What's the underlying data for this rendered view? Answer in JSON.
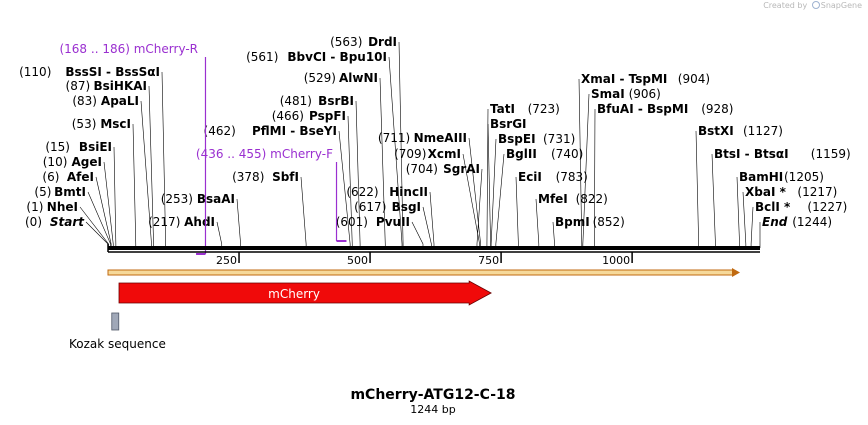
{
  "credit": {
    "created_by": "Created by",
    "brand": "SnapGene"
  },
  "map": {
    "title": "mCherry-ATG12-C-18",
    "subtitle": "1244 bp",
    "length": 1244,
    "ticks": [
      250,
      500,
      750,
      1000
    ]
  },
  "sites": [
    {
      "name": "Start",
      "pos": 0,
      "label": "(0)",
      "side": "L",
      "italic": true,
      "mark": ""
    },
    {
      "name": "NheI",
      "pos": 1,
      "label": "(1)",
      "side": "L"
    },
    {
      "name": "BmtI",
      "pos": 5,
      "label": "(5)",
      "side": "L"
    },
    {
      "name": "AfeI",
      "pos": 6,
      "label": "(6)",
      "side": "L"
    },
    {
      "name": "AgeI",
      "pos": 10,
      "label": "(10)",
      "side": "L"
    },
    {
      "name": "BsiEI",
      "pos": 15,
      "label": "(15)",
      "side": "L"
    },
    {
      "name": "MscI",
      "pos": 53,
      "label": "(53)",
      "side": "L"
    },
    {
      "name": "ApaLI",
      "pos": 83,
      "label": "(83)",
      "side": "L"
    },
    {
      "name": "BsiHKAI",
      "pos": 87,
      "label": "(87)",
      "side": "L"
    },
    {
      "name": "BssSI - BssSαI",
      "pos": 110,
      "label": "(110)",
      "side": "L"
    },
    {
      "name": "AhdI",
      "pos": 217,
      "label": "(217)",
      "side": "L"
    },
    {
      "name": "BsaAI",
      "pos": 253,
      "label": "(253)",
      "side": "L"
    },
    {
      "name": "SbfI",
      "pos": 378,
      "label": "(378)",
      "side": "L"
    },
    {
      "name": "PflMI - BseYI",
      "pos": 462,
      "label": "(462)",
      "side": "L"
    },
    {
      "name": "PspFI",
      "pos": 466,
      "label": "(466)",
      "side": "L"
    },
    {
      "name": "BsrBI",
      "pos": 481,
      "label": "(481)",
      "side": "L"
    },
    {
      "name": "AlwNI",
      "pos": 529,
      "label": "(529)",
      "side": "L"
    },
    {
      "name": "BbvCI - Bpu10I",
      "pos": 561,
      "label": "(561)",
      "side": "L"
    },
    {
      "name": "DrdI",
      "pos": 563,
      "label": "(563)",
      "side": "L"
    },
    {
      "name": "PvuII",
      "pos": 601,
      "label": "(601)",
      "side": "L"
    },
    {
      "name": "BsgI",
      "pos": 617,
      "label": "(617)",
      "side": "L"
    },
    {
      "name": "HincII",
      "pos": 622,
      "label": "(622)",
      "side": "L"
    },
    {
      "name": "SgrAI",
      "pos": 704,
      "label": "(704)",
      "side": "L"
    },
    {
      "name": "XcmI",
      "pos": 709,
      "label": "(709)",
      "side": "L"
    },
    {
      "name": "NmeAIII",
      "pos": 711,
      "label": "(711)",
      "side": "L"
    },
    {
      "name": "TatI",
      "pos": 723,
      "label": "(723)",
      "side": "R"
    },
    {
      "name": "BsrGI",
      "pos": 730,
      "label": "",
      "side": "R"
    },
    {
      "name": "BspEI",
      "pos": 731,
      "label": "(731)",
      "side": "R"
    },
    {
      "name": "BglII",
      "pos": 740,
      "label": "(740)",
      "side": "R"
    },
    {
      "name": "EciI",
      "pos": 783,
      "label": "(783)",
      "side": "R"
    },
    {
      "name": "MfeI",
      "pos": 822,
      "label": "(822)",
      "side": "R"
    },
    {
      "name": "BpmI",
      "pos": 852,
      "label": "(852)",
      "side": "R"
    },
    {
      "name": "XmaI - TspMI",
      "pos": 904,
      "label": "(904)",
      "side": "R"
    },
    {
      "name": "SmaI",
      "pos": 906,
      "label": "(906)",
      "side": "R"
    },
    {
      "name": "BfuAI - BspMI",
      "pos": 928,
      "label": "(928)",
      "side": "R"
    },
    {
      "name": "BstXI",
      "pos": 1127,
      "label": "(1127)",
      "side": "R"
    },
    {
      "name": "BtsI - BtsαI",
      "pos": 1159,
      "label": "(1159)",
      "side": "R"
    },
    {
      "name": "BamHI",
      "pos": 1205,
      "label": "(1205)",
      "side": "R"
    },
    {
      "name": "XbaI *",
      "pos": 1217,
      "label": "(1217)",
      "side": "R"
    },
    {
      "name": "BclI *",
      "pos": 1227,
      "label": "(1227)",
      "side": "R"
    },
    {
      "name": "End",
      "pos": 1244,
      "label": "(1244)",
      "side": "R",
      "italic": true
    }
  ],
  "primers": [
    {
      "name": "mCherry-R",
      "range": "(168 .. 186)",
      "start": 168,
      "end": 186,
      "strand": "reverse"
    },
    {
      "name": "mCherry-F",
      "range": "(436 .. 455)",
      "start": 436,
      "end": 455,
      "strand": "forward"
    }
  ],
  "features": [
    {
      "name": "mCherry",
      "start": 21,
      "end": 731,
      "type": "CDS",
      "color": "#f00a0a"
    },
    {
      "name": "Kozak sequence",
      "start": 11,
      "end": 20,
      "type": "misc",
      "color": "#a0a8b8"
    }
  ],
  "colors": {
    "primer": "#9a2fd0",
    "orf_line": "#c06a10",
    "orf_fill": "#f6d99a",
    "backbone": "#000000"
  }
}
